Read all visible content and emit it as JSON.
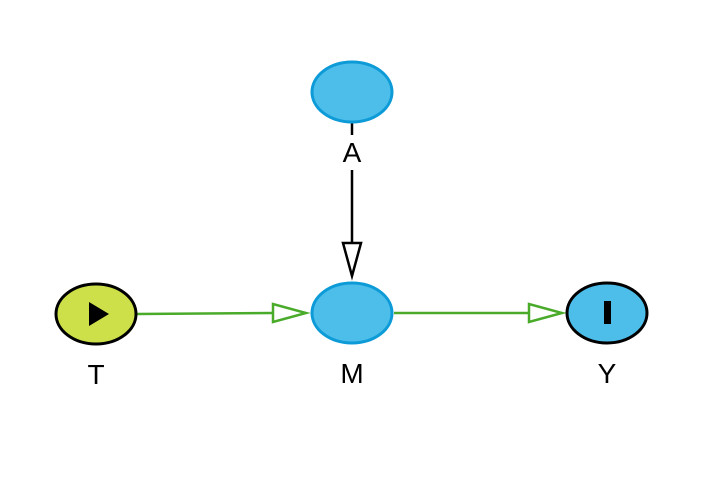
{
  "diagram": {
    "type": "directed-acyclic-graph",
    "nodes": [
      {
        "id": "A",
        "label": "A",
        "fill": "#4dbde9",
        "stroke": "#0d9bd8",
        "role": "ancestor",
        "icon": null
      },
      {
        "id": "T",
        "label": "T",
        "fill": "#cde04a",
        "stroke": "#000000",
        "role": "exposure",
        "icon": "play-icon"
      },
      {
        "id": "M",
        "label": "M",
        "fill": "#4dbde9",
        "stroke": "#0d9bd8",
        "role": "mediator",
        "icon": null
      },
      {
        "id": "Y",
        "label": "Y",
        "fill": "#4dbde9",
        "stroke": "#000000",
        "role": "outcome",
        "icon": "bar-icon"
      }
    ],
    "edges": [
      {
        "from": "A",
        "to": "M",
        "color": "#000000"
      },
      {
        "from": "T",
        "to": "M",
        "color": "#4aaa2a"
      },
      {
        "from": "M",
        "to": "Y",
        "color": "#4aaa2a"
      }
    ]
  }
}
